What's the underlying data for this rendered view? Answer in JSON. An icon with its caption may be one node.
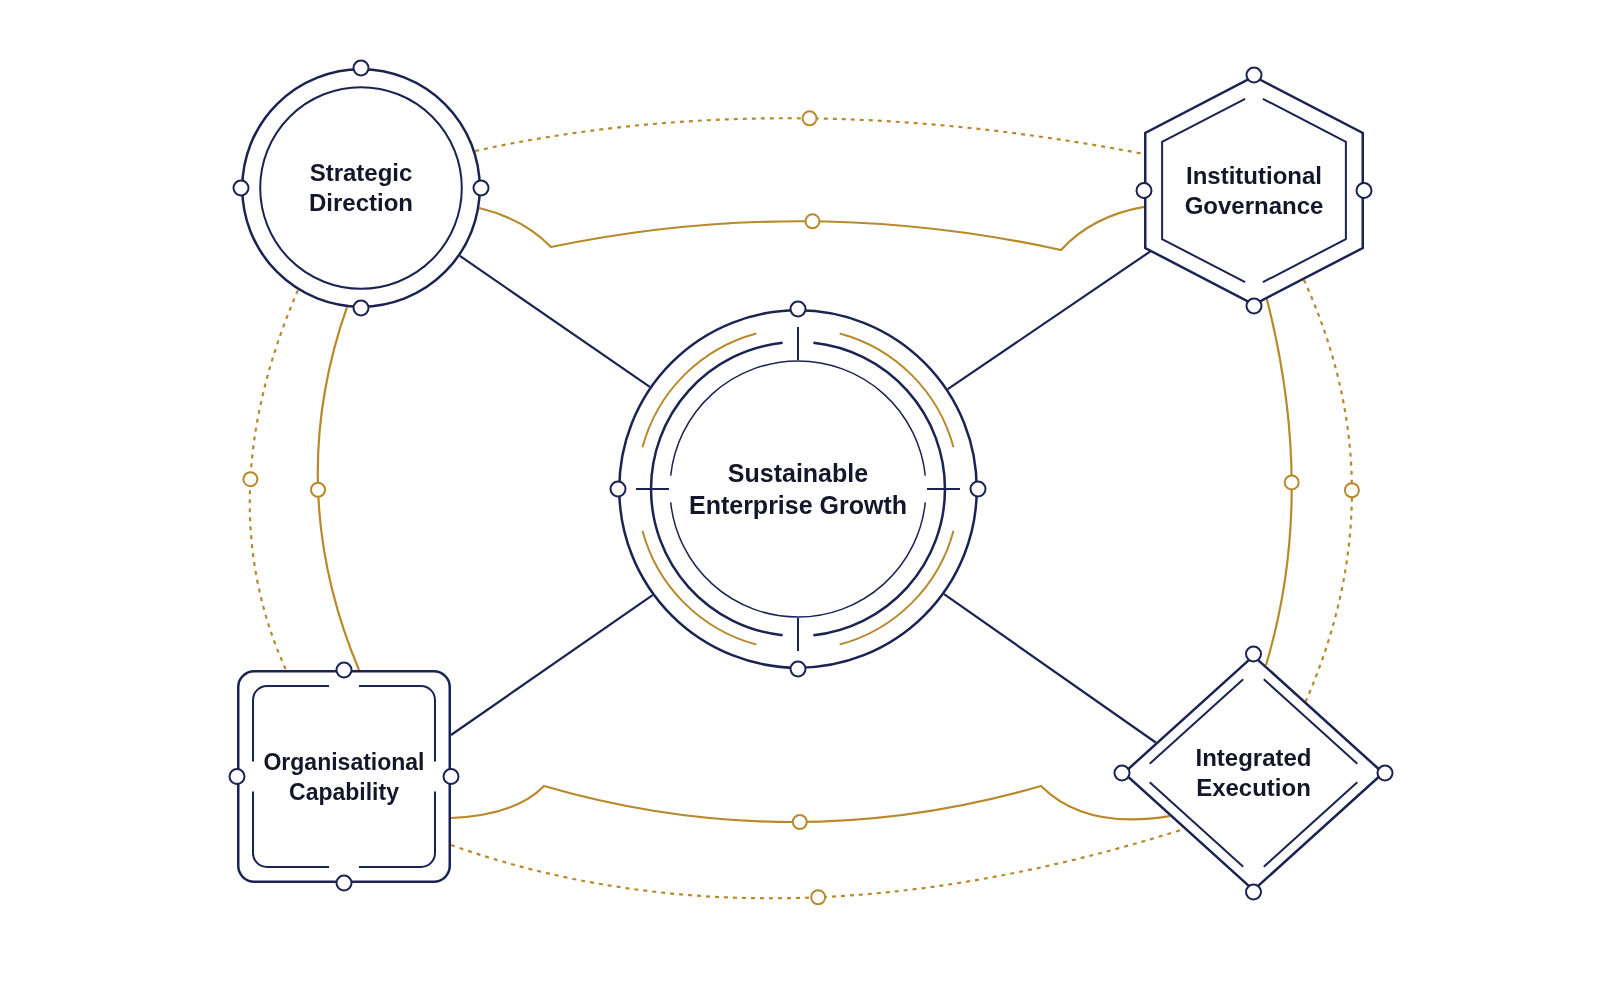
{
  "diagram": {
    "nodes": [
      {
        "text": [
          "Strategic Direction"
        ]
      },
      {
        "text": [
          "Institutional Governance"
        ]
      },
      {
        "text": [
          "Sustainable Enterprise Growth"
        ]
      },
      {
        "text": [
          "Organisational Capability"
        ]
      },
      {
        "text": [
          "Integrated Execution"
        ]
      }
    ],
    "edges": [
      {
        "from": 0,
        "to": 1,
        "arrow": "none",
        "style": "dashed"
      },
      {
        "from": 0,
        "to": 1,
        "arrow": "none"
      },
      {
        "from": 0,
        "to": 3,
        "arrow": "none",
        "style": "dashed"
      },
      {
        "from": 0,
        "to": 3,
        "arrow": "none"
      },
      {
        "from": 1,
        "to": 4,
        "arrow": "none"
      },
      {
        "from": 1,
        "to": 4,
        "arrow": "none",
        "style": "dashed"
      },
      {
        "from": 3,
        "to": 4,
        "arrow": "none"
      },
      {
        "from": 3,
        "to": 4,
        "arrow": "none",
        "style": "dashed"
      },
      {
        "from": 0,
        "to": 2,
        "arrow": "none",
        "color": "#1b2352"
      },
      {
        "from": 1,
        "to": 2,
        "arrow": "none",
        "color": "#1b2352"
      },
      {
        "from": 3,
        "to": 2,
        "arrow": "none",
        "color": "#1b2352"
      },
      {
        "from": 4,
        "to": 2,
        "arrow": "none",
        "color": "#1b2352"
      }
    ]
  }
}
